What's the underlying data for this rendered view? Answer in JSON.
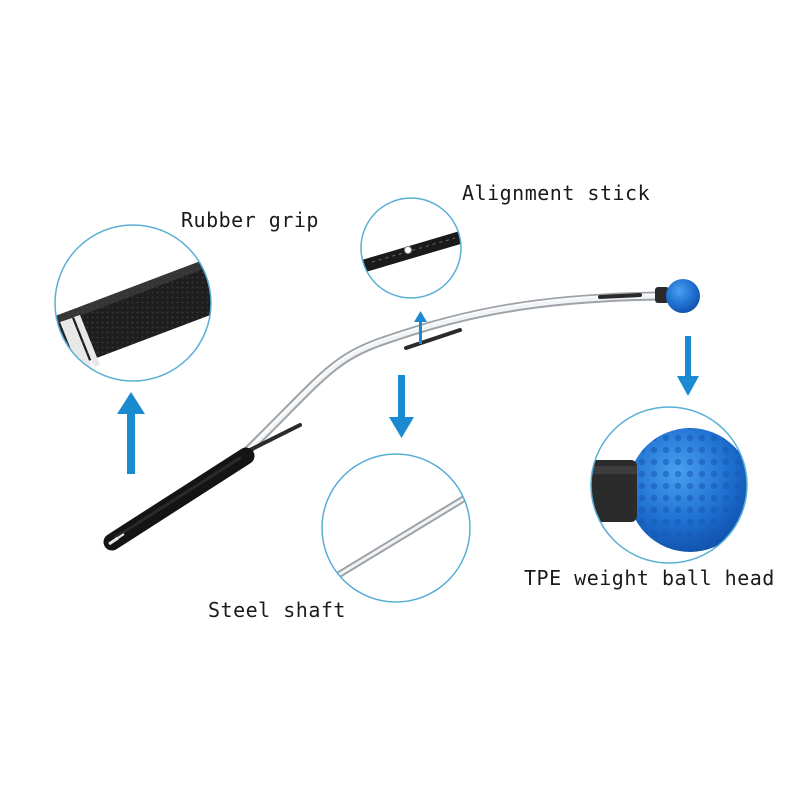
{
  "labels": {
    "rubber_grip": "Rubber grip",
    "alignment_stick": "Alignment stick",
    "steel_shaft": "Steel shaft",
    "ball_head": "TPE weight ball head"
  },
  "colors": {
    "callout_ring": "#5aaed6",
    "arrow": "#1a8bd0",
    "ball": "#1e6fd0",
    "grip": "#1c1c1c",
    "shaft": "#c9ccd0"
  }
}
